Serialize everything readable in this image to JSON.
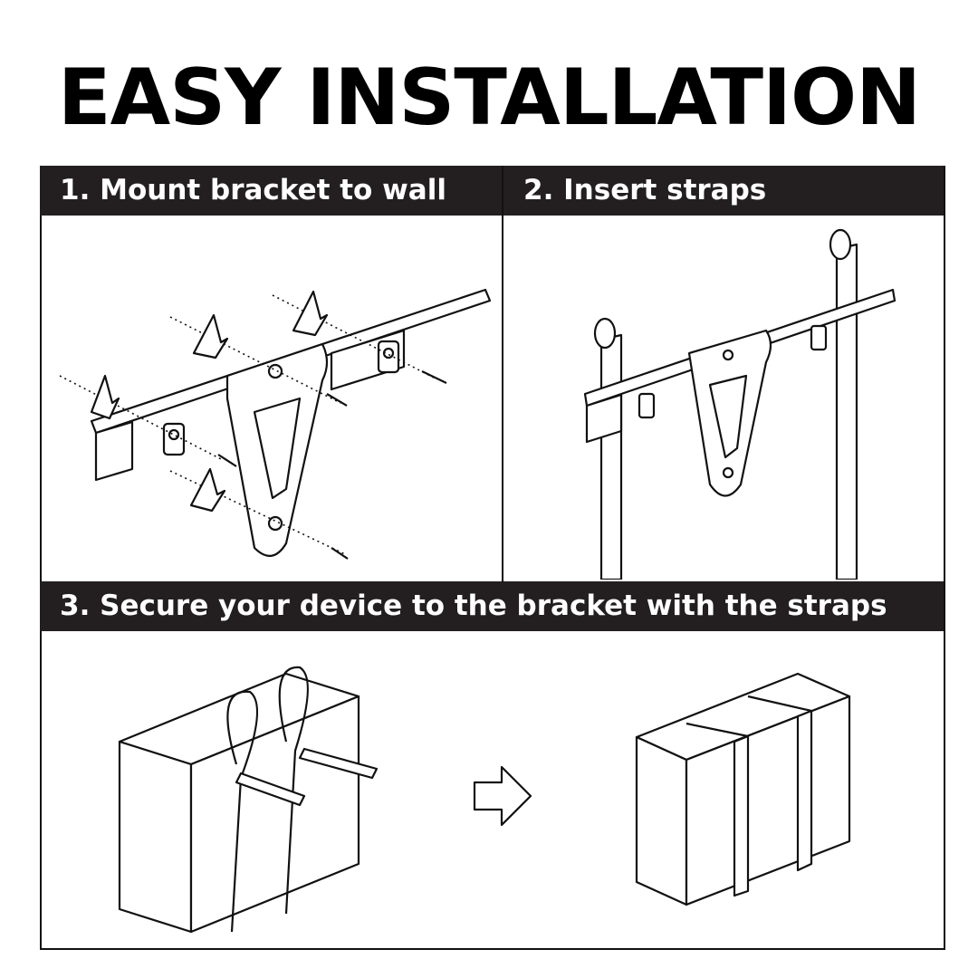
{
  "title": "EASY INSTALLATION",
  "steps": [
    {
      "label": "1. Mount bracket to wall"
    },
    {
      "label": "2. Insert straps"
    },
    {
      "label": "3. Secure your device to the bracket with the straps"
    }
  ],
  "colors": {
    "header_bg": "#231f20",
    "header_text": "#ffffff",
    "line": "#111111"
  }
}
